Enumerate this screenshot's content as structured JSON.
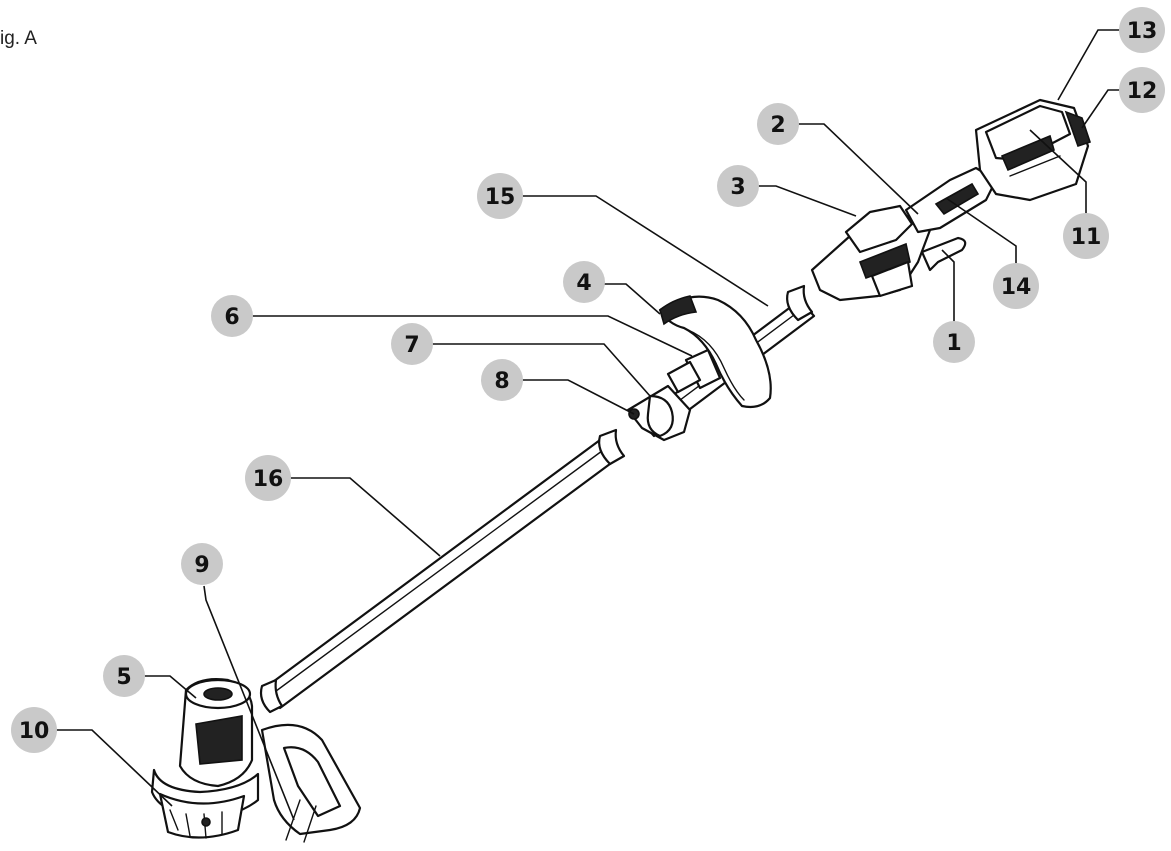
{
  "figure": {
    "title": "ig. A"
  },
  "callouts": [
    {
      "id": "c1",
      "label": "1"
    },
    {
      "id": "c2",
      "label": "2"
    },
    {
      "id": "c3",
      "label": "3"
    },
    {
      "id": "c4",
      "label": "4"
    },
    {
      "id": "c5",
      "label": "5"
    },
    {
      "id": "c6",
      "label": "6"
    },
    {
      "id": "c7",
      "label": "7"
    },
    {
      "id": "c8",
      "label": "8"
    },
    {
      "id": "c9",
      "label": "9"
    },
    {
      "id": "c10",
      "label": "10"
    },
    {
      "id": "c11",
      "label": "11"
    },
    {
      "id": "c12",
      "label": "12"
    },
    {
      "id": "c13",
      "label": "13"
    },
    {
      "id": "c14",
      "label": "14"
    },
    {
      "id": "c15",
      "label": "15"
    },
    {
      "id": "c16",
      "label": "16"
    }
  ]
}
